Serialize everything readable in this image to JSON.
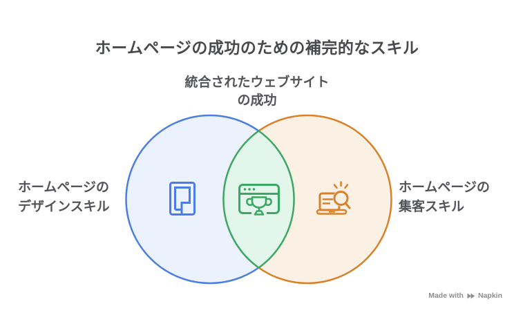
{
  "title": "ホームページの成功のための補完的なスキル",
  "venn": {
    "top_label": {
      "line1": "統合されたウェブサイト",
      "line2": "の成功"
    },
    "left_circle": {
      "label_line1": "ホームページの",
      "label_line2": "デザインスキル",
      "fill": "#EBF1FD",
      "stroke": "#4C7DE2",
      "icon": "design-frame-icon"
    },
    "right_circle": {
      "label_line1": "ホームページの",
      "label_line2": "集客スキル",
      "fill": "#FBF0E4",
      "stroke": "#DA8128",
      "icon": "laptop-search-icon"
    },
    "intersection": {
      "fill": "#E3F6EB",
      "stroke": "#3EA766",
      "icon": "browser-trophy-icon"
    }
  },
  "watermark": {
    "prefix": "Made with",
    "brand": "Napkin"
  }
}
